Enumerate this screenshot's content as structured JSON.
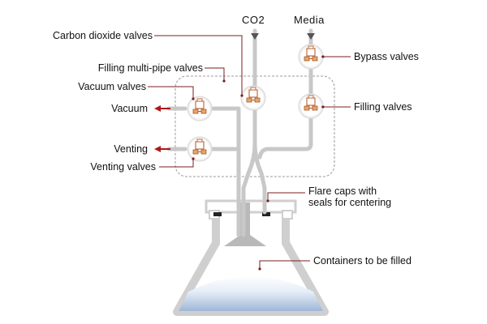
{
  "labels": {
    "co2": "CO2",
    "media": "Media",
    "carbon_dioxide_valves": "Carbon dioxide valves",
    "filling_multi_pipe_valves": "Filling multi-pipe valves",
    "vacuum_valves": "Vacuum valves",
    "vacuum": "Vacuum",
    "venting": "Venting",
    "venting_valves": "Venting valves",
    "bypass_valves": "Bypass valves",
    "filling_valves": "Filling valves",
    "flare_caps_line1": "Flare caps with",
    "flare_caps_line2": "seals for centering",
    "containers_to_be_filled": "Containers to be filled"
  },
  "colors": {
    "pipe": "#c8c8c8",
    "leader": "#7a1f1f",
    "arrow": "#b01818",
    "valve_body": "#e8a36c",
    "liquid": "#d6e4f2",
    "dashed_box": "#9a9a9a"
  }
}
